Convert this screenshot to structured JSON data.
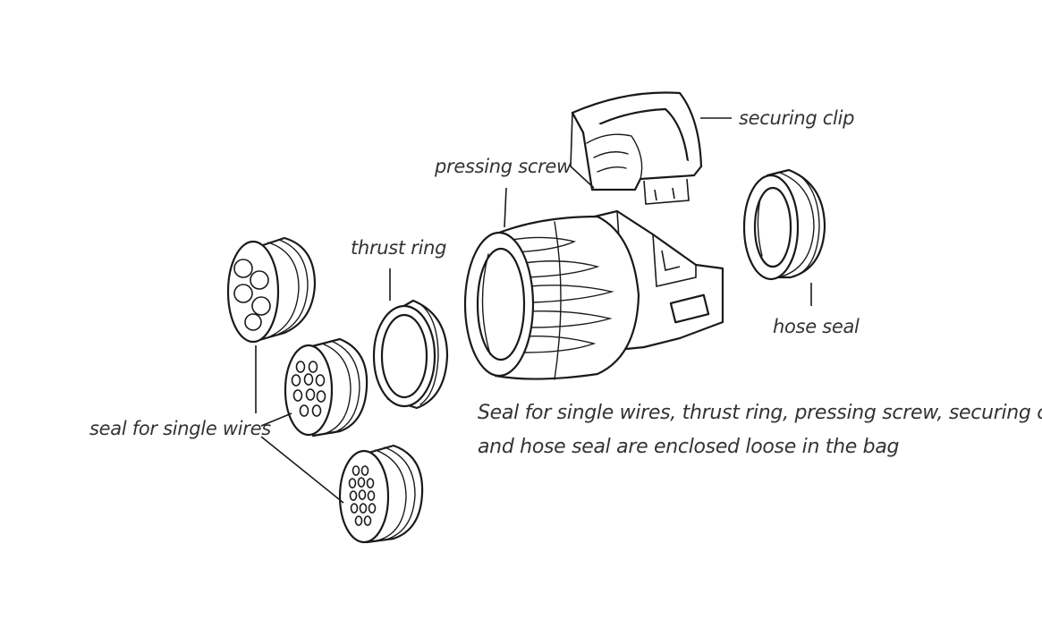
{
  "labels": {
    "securing_clip": "securing clip",
    "pressing_screw": "pressing screw",
    "thrust_ring": "thrust ring",
    "hose_seal": "hose seal",
    "seal_single_wires": "seal for single wires"
  },
  "note": {
    "line1": "Seal for single wires, thrust ring, pressing screw, securing clip",
    "line2": "and hose seal are enclosed loose in the bag"
  }
}
